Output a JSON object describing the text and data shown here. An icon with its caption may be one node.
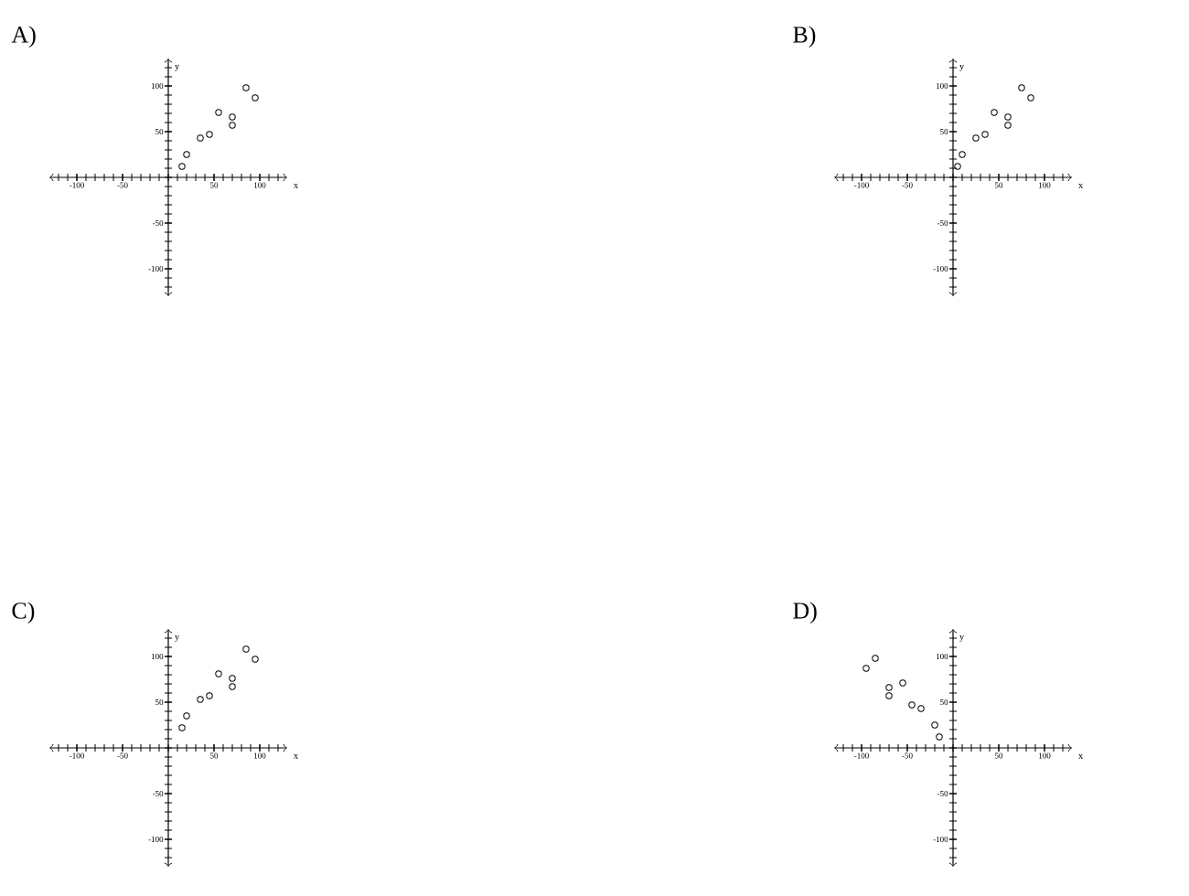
{
  "diagram": {
    "labels": [
      "A)",
      "B)",
      "C)",
      "D)"
    ],
    "chart_data": [
      {
        "type": "scatter",
        "xlabel": "x",
        "ylabel": "y",
        "xlim": [
          -130,
          130
        ],
        "ylim": [
          -130,
          130
        ],
        "xticks": [
          {
            "value": -100,
            "label": "-100"
          },
          {
            "value": -50,
            "label": "-50"
          },
          {
            "value": 50,
            "label": "50"
          },
          {
            "value": 100,
            "label": "100"
          }
        ],
        "yticks": [
          {
            "value": -100,
            "label": "-100"
          },
          {
            "value": -50,
            "label": "-50"
          },
          {
            "value": 50,
            "label": "50"
          },
          {
            "value": 100,
            "label": "100"
          }
        ],
        "x": [
          15,
          20,
          35,
          45,
          55,
          70,
          70,
          85,
          95
        ],
        "series": [
          {
            "values": [
              12,
              25,
              43,
              47,
              71,
              66,
              57,
              98,
              87
            ]
          }
        ]
      },
      {
        "type": "scatter",
        "xlabel": "x",
        "ylabel": "y",
        "xlim": [
          -130,
          130
        ],
        "ylim": [
          -130,
          130
        ],
        "xticks": [
          {
            "value": -100,
            "label": "-100"
          },
          {
            "value": -50,
            "label": "-50"
          },
          {
            "value": 50,
            "label": "50"
          },
          {
            "value": 100,
            "label": "100"
          }
        ],
        "yticks": [
          {
            "value": -100,
            "label": "-100"
          },
          {
            "value": -50,
            "label": "-50"
          },
          {
            "value": 50,
            "label": "50"
          },
          {
            "value": 100,
            "label": "100"
          }
        ],
        "x": [
          5,
          10,
          25,
          35,
          45,
          60,
          60,
          75,
          85
        ],
        "series": [
          {
            "values": [
              12,
              25,
              43,
              47,
              71,
              66,
              57,
              98,
              87
            ]
          }
        ]
      },
      {
        "type": "scatter",
        "xlabel": "x",
        "ylabel": "y",
        "xlim": [
          -130,
          130
        ],
        "ylim": [
          -130,
          130
        ],
        "xticks": [
          {
            "value": -100,
            "label": "-100"
          },
          {
            "value": -50,
            "label": "-50"
          },
          {
            "value": 50,
            "label": "50"
          },
          {
            "value": 100,
            "label": "100"
          }
        ],
        "yticks": [
          {
            "value": -100,
            "label": "-100"
          },
          {
            "value": -50,
            "label": "-50"
          },
          {
            "value": 50,
            "label": "50"
          },
          {
            "value": 100,
            "label": "100"
          }
        ],
        "x": [
          15,
          20,
          35,
          45,
          55,
          70,
          70,
          85,
          95
        ],
        "series": [
          {
            "values": [
              22,
              35,
              53,
              57,
              81,
              76,
              67,
              108,
              97
            ]
          }
        ]
      },
      {
        "type": "scatter",
        "xlabel": "x",
        "ylabel": "y",
        "xlim": [
          -130,
          130
        ],
        "ylim": [
          -130,
          130
        ],
        "xticks": [
          {
            "value": -100,
            "label": "-100"
          },
          {
            "value": -50,
            "label": "-50"
          },
          {
            "value": 50,
            "label": "50"
          },
          {
            "value": 100,
            "label": "100"
          }
        ],
        "yticks": [
          {
            "value": -100,
            "label": "-100"
          },
          {
            "value": -50,
            "label": "-50"
          },
          {
            "value": 50,
            "label": "50"
          },
          {
            "value": 100,
            "label": "100"
          }
        ],
        "x": [
          -15,
          -20,
          -35,
          -45,
          -55,
          -70,
          -70,
          -85,
          -95
        ],
        "series": [
          {
            "values": [
              12,
              25,
              43,
              47,
              71,
              66,
              57,
              98,
              87
            ]
          }
        ]
      }
    ]
  }
}
